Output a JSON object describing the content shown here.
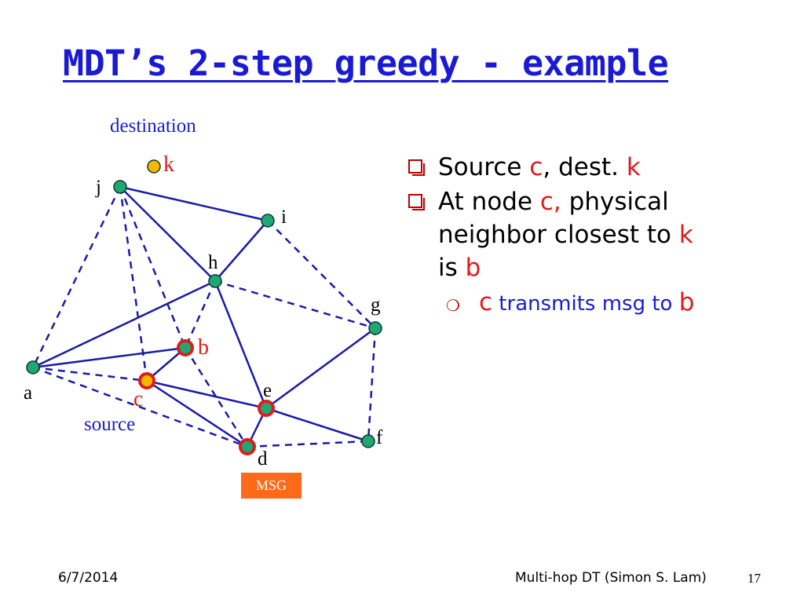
{
  "slide": {
    "title": "MDT’s 2-step greedy - example",
    "footer_date": "6/7/2014",
    "footer_center": "Multi-hop DT (Simon S. Lam)",
    "page_number": "17"
  },
  "diagram": {
    "destination_label": "destination",
    "source_label": "source",
    "msg_label": "MSG",
    "nodes": {
      "j": "j",
      "i": "i",
      "h": "h",
      "g": "g",
      "b": "b",
      "a": "a",
      "c": "c",
      "e": "e",
      "f": "f",
      "d": "d",
      "k": "k"
    }
  },
  "bullets": {
    "b1_prefix": "Source ",
    "b1_c": "c",
    "b1_mid": ", dest. ",
    "b1_k": "k",
    "b2_line1_prefix": "At node ",
    "b2_c": "c,",
    "b2_line1_suffix": " physical",
    "b2_line2_prefix": "neighbor closest to ",
    "b2_k": "k",
    "b2_line3_prefix": "is ",
    "b2_b": "b",
    "sub_c": "c",
    "sub_text": " transmits msg to ",
    "sub_b": "b"
  },
  "colors": {
    "title": "#1a1ad6",
    "edge": "#1a1aa8",
    "node_fill": "#1fa873",
    "highlight_ring": "#e01b1b",
    "source_fill": "#f5b800",
    "dest_fill": "#f5b800",
    "msg_box": "#ff6a1a"
  }
}
